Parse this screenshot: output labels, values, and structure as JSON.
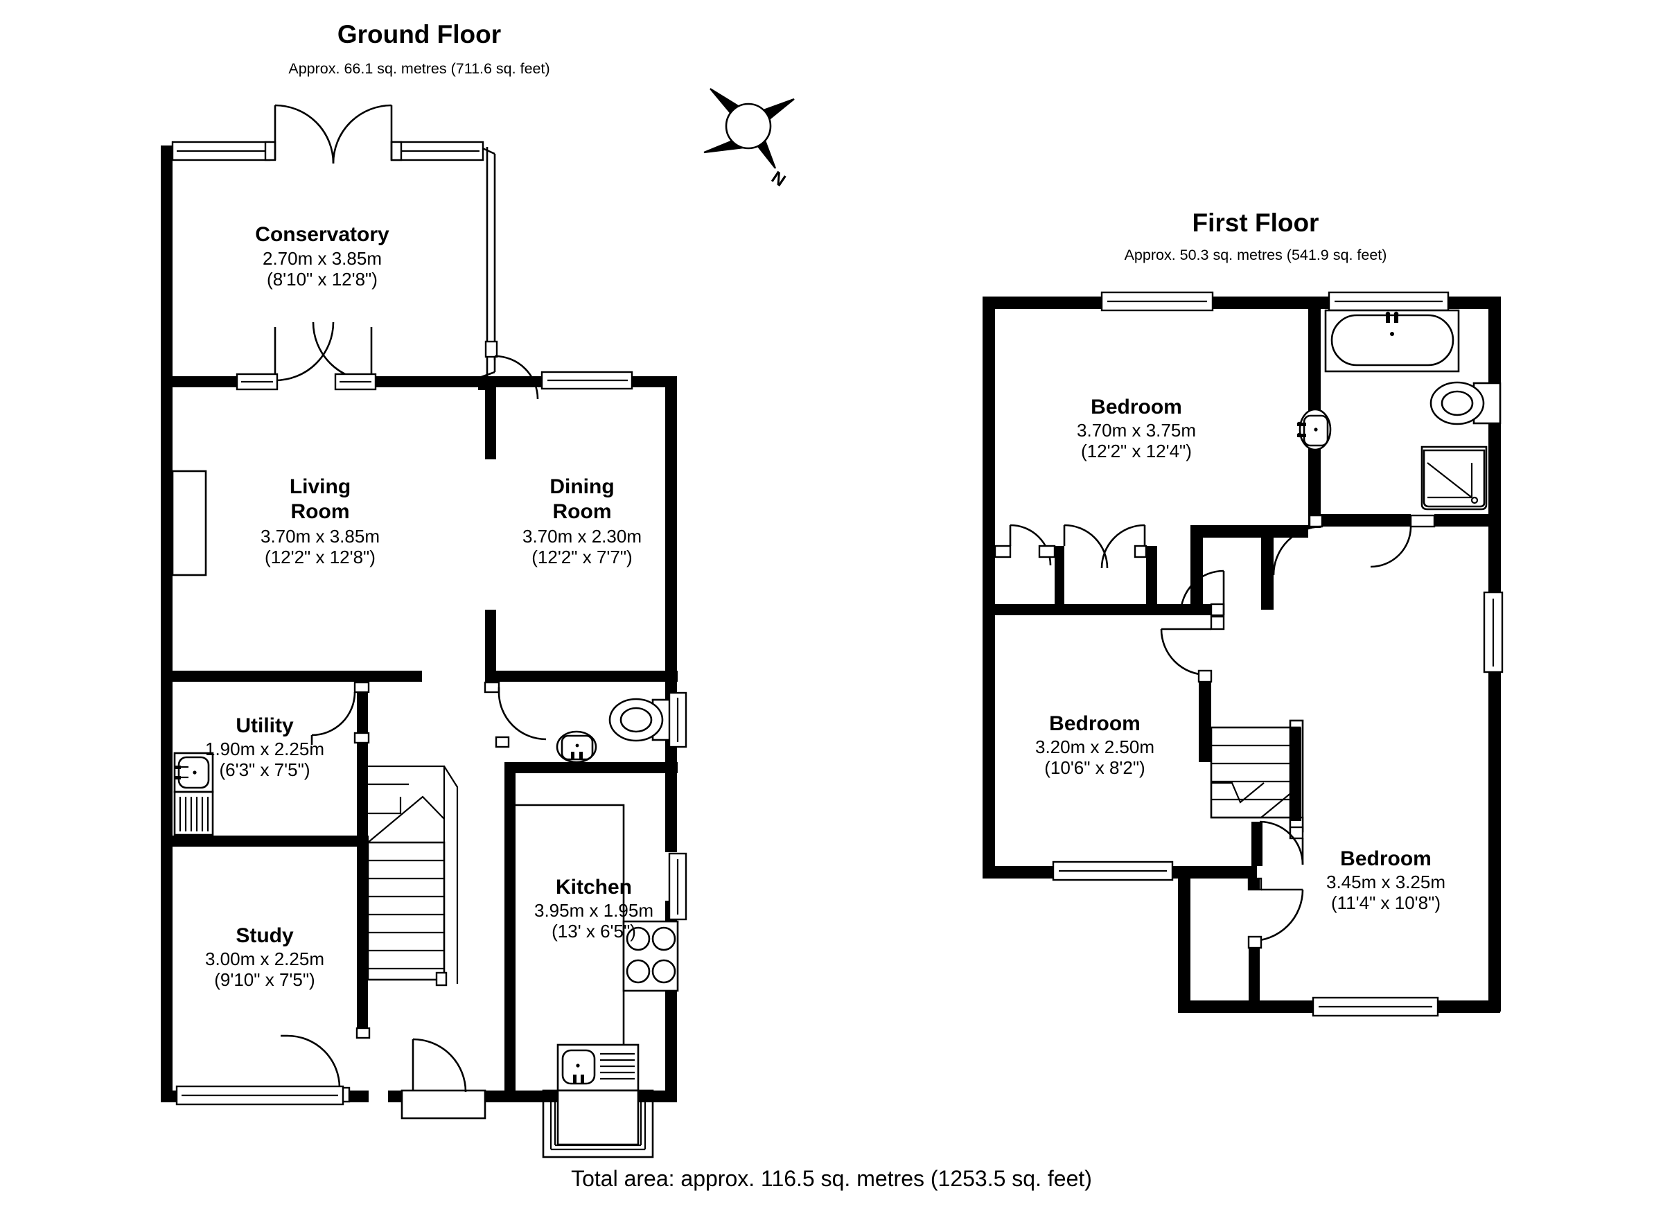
{
  "document": {
    "type": "floor-plan",
    "total_area_label": "Total area: approx. 116.5 sq. metres (1253.5 sq. feet)"
  },
  "compass": {
    "icon": "compass-rose-icon",
    "north_label": "N"
  },
  "floors": [
    {
      "id": "ground",
      "title": "Ground Floor",
      "area_label": "Approx. 66.1 sq. metres (711.6 sq. feet)",
      "rooms": [
        {
          "name": "Conservatory",
          "dim_metric": "2.70m x 3.85m",
          "dim_imperial": "(8'10\" x 12'8\")"
        },
        {
          "name_line1": "Living",
          "name_line2": "Room",
          "name": "Living Room",
          "dim_metric": "3.70m x 3.85m",
          "dim_imperial": "(12'2\" x 12'8\")"
        },
        {
          "name_line1": "Dining",
          "name_line2": "Room",
          "name": "Dining Room",
          "dim_metric": "3.70m x 2.30m",
          "dim_imperial": "(12'2\" x 7'7\")"
        },
        {
          "name": "Utility",
          "dim_metric": "1.90m x 2.25m",
          "dim_imperial": "(6'3\" x 7'5\")"
        },
        {
          "name": "Study",
          "dim_metric": "3.00m x 2.25m",
          "dim_imperial": "(9'10\" x 7'5\")"
        },
        {
          "name": "Kitchen",
          "dim_metric": "3.95m x 1.95m",
          "dim_imperial": "(13' x 6'5\")"
        }
      ]
    },
    {
      "id": "first",
      "title": "First Floor",
      "area_label": "Approx. 50.3 sq. metres (541.9 sq. feet)",
      "rooms": [
        {
          "name": "Bedroom",
          "dim_metric": "3.70m x 3.75m",
          "dim_imperial": "(12'2\" x 12'4\")"
        },
        {
          "name": "Bedroom",
          "dim_metric": "3.20m x 2.50m",
          "dim_imperial": "(10'6\" x 8'2\")"
        },
        {
          "name": "Bedroom",
          "dim_metric": "3.45m x 3.25m",
          "dim_imperial": "(11'4\" x 10'8\")"
        }
      ]
    }
  ],
  "fixtures": {
    "ground": [
      "utility-sink-icon",
      "utility-drainer-icon",
      "wc-toilet-icon",
      "wc-basin-icon",
      "kitchen-hob-icon",
      "kitchen-sink-icon",
      "kitchen-drainer-icon",
      "staircase-icon",
      "fireplace-icon"
    ],
    "first": [
      "bath-icon",
      "bathroom-toilet-icon",
      "bathroom-basin-icon",
      "corner-shower-icon",
      "staircase-icon",
      "airing-cupboard-icon"
    ]
  },
  "colors": {
    "wall": "#000000",
    "background": "#ffffff",
    "line": "#000000"
  }
}
